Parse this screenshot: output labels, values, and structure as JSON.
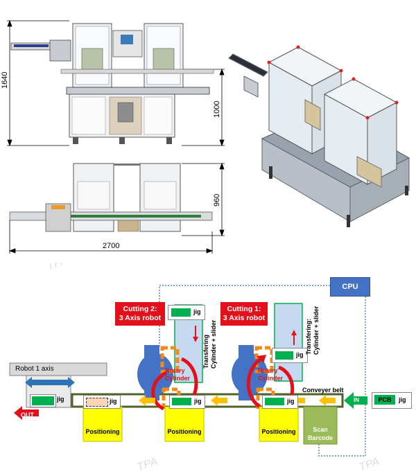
{
  "dimensions": {
    "height_total": "1640",
    "height_table": "1000",
    "depth": "960",
    "length": "2700"
  },
  "flow": {
    "cpu": "CPU",
    "cutting1_title": "Cutting 1:",
    "cutting1_sub": "3 Axis robot",
    "cutting2_title": "Cutting 2:",
    "cutting2_sub": "3 Axis robot",
    "transfer1_line1": "Transfering:",
    "transfer1_line2": "Cylinder + slider",
    "transfer2_line1": "Transfering",
    "transfer2_line2": "Cylinder + slider",
    "rotary1": "Rotary Cylinder",
    "rotary2": "Rotary Cylinder",
    "conveyor": "Conveyer belt",
    "robot1axis": "Robot 1 axis",
    "out": "OUT",
    "in": "IN",
    "pcb": "PCB",
    "jig": "jig",
    "positioning": "Positioning",
    "scan_barcode": "Scan Barcode",
    "watermark": "TPA"
  },
  "colors": {
    "red": "#e3101b",
    "yellow": "#ffff00",
    "orange": "#f08a1c",
    "green": "#00b050",
    "blue": "#4472c4",
    "conveyor": "#4f6228"
  }
}
